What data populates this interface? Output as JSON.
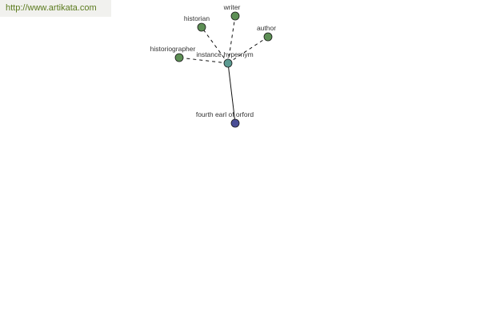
{
  "banner": {
    "url": "http://www.artikata.com"
  },
  "graph": {
    "colors": {
      "leaf": "#5d8f55",
      "hub": "#5b9a91",
      "root": "#4a4e96",
      "stroke": "#1a1a1a",
      "edge": "#111111"
    },
    "nodes": {
      "historian": {
        "label": "historian",
        "role": "leaf"
      },
      "writer": {
        "label": "writer",
        "role": "leaf"
      },
      "author": {
        "label": "author",
        "role": "leaf"
      },
      "historiographer": {
        "label": "historiographer",
        "role": "leaf"
      },
      "hub": {
        "label": "instance hypernym",
        "role": "hub"
      },
      "root": {
        "label": "fourth earl of orford",
        "role": "root"
      }
    }
  }
}
